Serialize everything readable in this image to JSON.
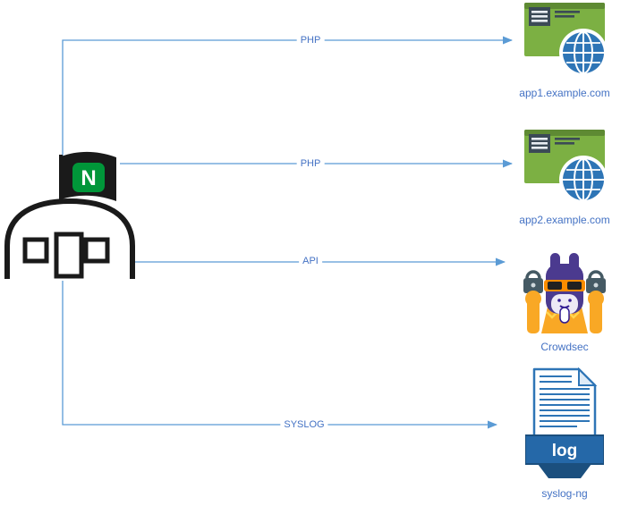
{
  "nodes": {
    "nginx": {
      "flag_letter": "N"
    },
    "app1": {
      "label": "app1.example.com"
    },
    "app2": {
      "label": "app2.example.com"
    },
    "crowdsec": {
      "label": "Crowdsec"
    },
    "syslog": {
      "label": "syslog-ng",
      "badge": "log"
    }
  },
  "edges": [
    {
      "from": "nginx",
      "to": "app1.example.com",
      "label": "PHP"
    },
    {
      "from": "nginx",
      "to": "app2.example.com",
      "label": "PHP"
    },
    {
      "from": "nginx",
      "to": "Crowdsec",
      "label": "API"
    },
    {
      "from": "nginx",
      "to": "syslog-ng",
      "label": "SYSLOG"
    }
  ],
  "icons": {
    "nginx": "nginx-server-icon",
    "app1": "web-app-globe-icon",
    "app2": "web-app-globe-icon",
    "crowdsec": "crowdsec-llama-icon",
    "syslog": "log-document-icon"
  },
  "colors": {
    "connector": "#5B9BD5",
    "label_text": "#4472C4",
    "nginx_green": "#009639",
    "app_green": "#7CB043",
    "globe_blue": "#2E75B6",
    "crowdsec_purple": "#4B3A8F",
    "crowdsec_orange": "#F9A825",
    "log_banner_blue": "#2568A8"
  }
}
